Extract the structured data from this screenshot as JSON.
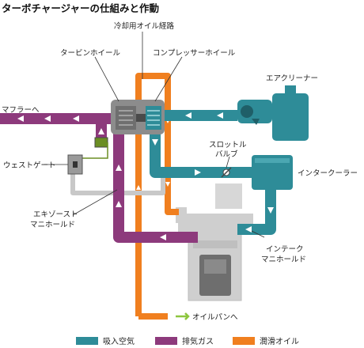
{
  "title": "ターボチャージャーの仕組みと作動",
  "labels": {
    "cooling_oil_path": "冷却用オイル経路",
    "turbine_wheel": "タービンホイール",
    "compressor_wheel": "コンプレッサーホイール",
    "air_cleaner": "エアクリーナー",
    "to_muffler": "マフラーへ",
    "throttle_valve_1": "スロットル",
    "throttle_valve_2": "バルブ",
    "wastegate": "ウェストゲート",
    "intercooler": "インタークーラー",
    "exhaust_manifold_1": "エキゾースト",
    "exhaust_manifold_2": "マニホールド",
    "intake_manifold_1": "インテーク",
    "intake_manifold_2": "マニホールド",
    "to_oil_pan": "オイルパンへ"
  },
  "legend": [
    {
      "label": "吸入空気",
      "color": "#2e8c98"
    },
    {
      "label": "排気ガス",
      "color": "#8d3a7c"
    },
    {
      "label": "潤滑オイル",
      "color": "#f07f1f"
    }
  ],
  "colors": {
    "intake": "#2e8c98",
    "exhaust": "#8d3a7c",
    "oil": "#f07f1f",
    "engine": "#cfcfcf",
    "turbo_body": "#8c8c8c",
    "arrow_green": "#8dc63f"
  }
}
